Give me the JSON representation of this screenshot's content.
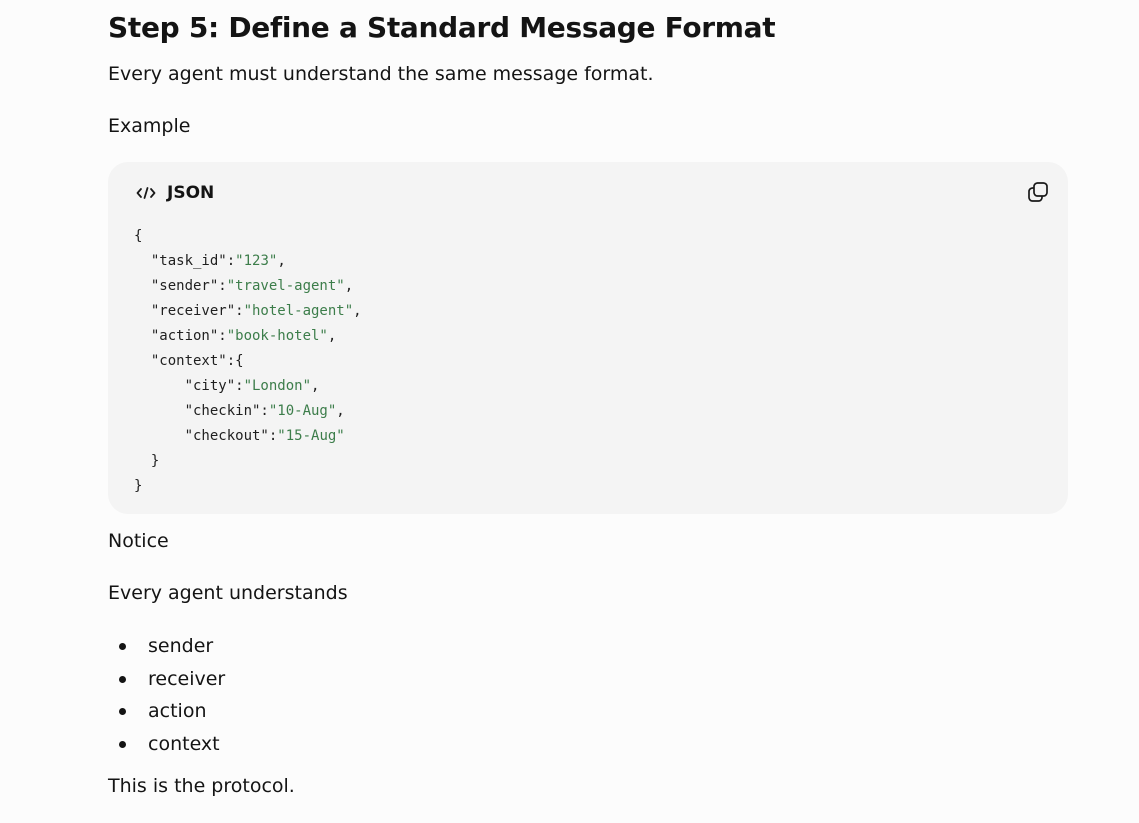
{
  "article": {
    "heading": "Step 5: Define a Standard Message Format",
    "intro": "Every agent must understand the same message format.",
    "example_label": "Example",
    "code_block": {
      "language": "JSON",
      "icon": "code-icon",
      "copy_icon": "copy-icon",
      "lines": [
        [
          {
            "t": "{",
            "c": "p"
          }
        ],
        [
          {
            "t": "  \"task_id\":",
            "c": "p"
          },
          {
            "t": "\"123\"",
            "c": "s"
          },
          {
            "t": ",",
            "c": "p"
          }
        ],
        [
          {
            "t": "  \"sender\":",
            "c": "p"
          },
          {
            "t": "\"travel-agent\"",
            "c": "s"
          },
          {
            "t": ",",
            "c": "p"
          }
        ],
        [
          {
            "t": "  \"receiver\":",
            "c": "p"
          },
          {
            "t": "\"hotel-agent\"",
            "c": "s"
          },
          {
            "t": ",",
            "c": "p"
          }
        ],
        [
          {
            "t": "  \"action\":",
            "c": "p"
          },
          {
            "t": "\"book-hotel\"",
            "c": "s"
          },
          {
            "t": ",",
            "c": "p"
          }
        ],
        [
          {
            "t": "  \"context\":{",
            "c": "p"
          }
        ],
        [
          {
            "t": "      \"city\":",
            "c": "p"
          },
          {
            "t": "\"London\"",
            "c": "s"
          },
          {
            "t": ",",
            "c": "p"
          }
        ],
        [
          {
            "t": "      \"checkin\":",
            "c": "p"
          },
          {
            "t": "\"10-Aug\"",
            "c": "s"
          },
          {
            "t": ",",
            "c": "p"
          }
        ],
        [
          {
            "t": "      \"checkout\":",
            "c": "p"
          },
          {
            "t": "\"15-Aug\"",
            "c": "s"
          }
        ],
        [
          {
            "t": "  }",
            "c": "p"
          }
        ],
        [
          {
            "t": "}",
            "c": "p"
          }
        ]
      ],
      "string_color": "#3c7d4a"
    },
    "notice_label": "Notice",
    "list_intro": "Every agent understands",
    "bullets": [
      "sender",
      "receiver",
      "action",
      "context"
    ],
    "conclusion": "This is the protocol."
  }
}
